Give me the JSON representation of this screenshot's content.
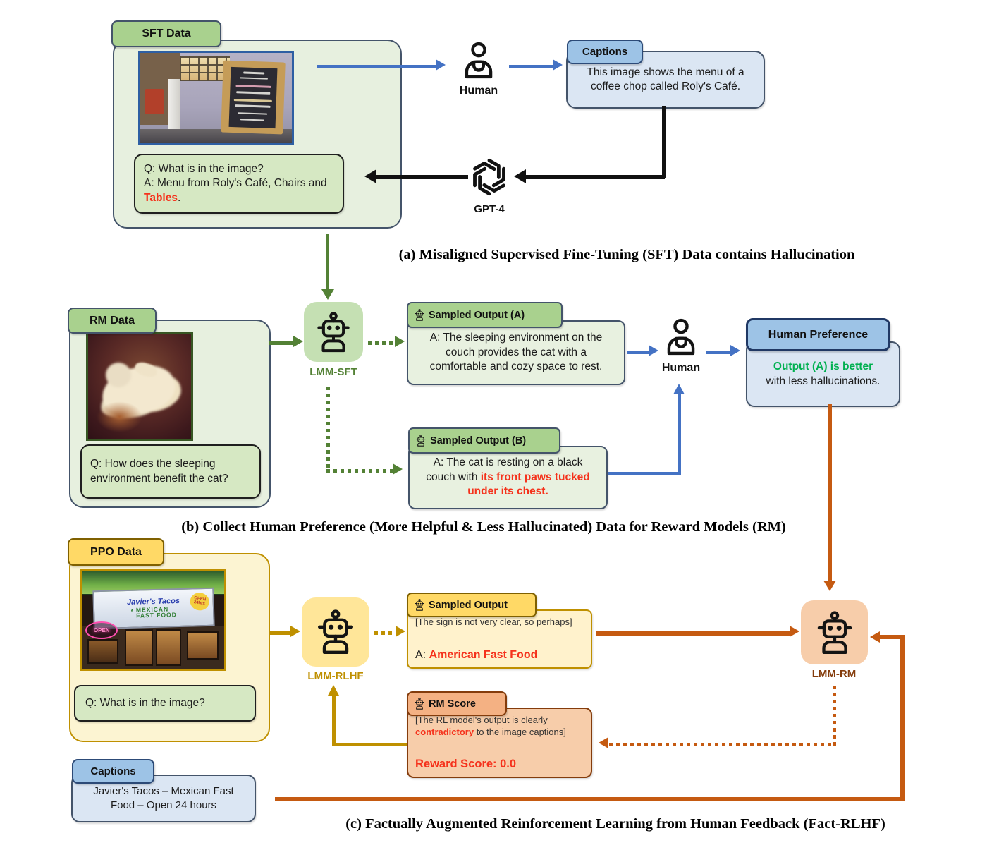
{
  "colors": {
    "blue_arrow": "#4472c4",
    "green_arrow": "#538135",
    "olive_arrow": "#bf9000",
    "orange_arrow": "#c55a11",
    "black_arrow": "#111111",
    "red_text": "#f5321c",
    "green_text": "#00b050",
    "green_fill": "#e7f0df",
    "green_tag": "#a9d18e",
    "blue_fill": "#dbe6f3",
    "blue_tag": "#9dc3e6",
    "yellow_fill": "#fcf4d2",
    "yellow_tag": "#ffd966",
    "peach_tag": "#f4b183",
    "peach_fill": "#f7cdaa"
  },
  "section_a": {
    "data_tag": "SFT Data",
    "qa": {
      "q": "Q: What is in the image?",
      "a_prefix": "A: Menu from Roly's Café, Chairs and ",
      "a_red": "Tables",
      "a_suffix": "."
    },
    "human_label": "Human",
    "captions_tag": "Captions",
    "caption_line1": "This image shows the menu of  a",
    "caption_line2": "coffee chop called Roly's Café.",
    "gpt_label": "GPT-4",
    "caption": "(a) Misaligned Supervised Fine-Tuning (SFT) Data contains Hallucination"
  },
  "section_b": {
    "data_tag": "RM Data",
    "question": "Q: How does the sleeping environment benefit the cat?",
    "model_label": "LMM-SFT",
    "output_a": {
      "tag": "Sampled Output (A)",
      "text": "A: The sleeping environment on the couch provides the cat with a comfortable and cozy space to rest."
    },
    "output_b": {
      "tag": "Sampled Output (B)",
      "prefix": "A: The cat is resting on a black couch with ",
      "red": "its front paws tucked under its chest."
    },
    "human_label": "Human",
    "preference": {
      "tag": "Human Preference",
      "green": "Output (A) is better",
      "rest": "with less hallucinations."
    },
    "caption": "(b) Collect Human Preference (More Helpful & Less Hallucinated) Data for Reward Models (RM)"
  },
  "section_c": {
    "data_tag": "PPO Data",
    "question": "Q: What is in the image?",
    "model_label": "LMM-RLHF",
    "output": {
      "tag": "Sampled Output",
      "bracket": "[The sign is not very clear, so perhaps]",
      "a_prefix": "A: ",
      "red": "American Fast Food"
    },
    "rm_score": {
      "tag": "RM Score",
      "pre": "[The RL model's output is clearly ",
      "red": "contradictory",
      "post": " to the image captions]",
      "score": "Reward Score: 0.0"
    },
    "rm_label": "LMM-RM",
    "captions_tag": "Captions",
    "caption_line1": "Javier's Tacos – Mexican Fast",
    "caption_line2": "Food – Open 24 hours",
    "caption": "(c) Factually Augmented Reinforcement Learning from Human Feedback (Fact-RLHF)"
  },
  "photos": {
    "taco_sign": {
      "line1": "Javier's Tacos",
      "line2": "MEXICAN",
      "line3": "FAST FOOD",
      "badge": "OPEN 24hrs",
      "neon": "OPEN"
    }
  }
}
